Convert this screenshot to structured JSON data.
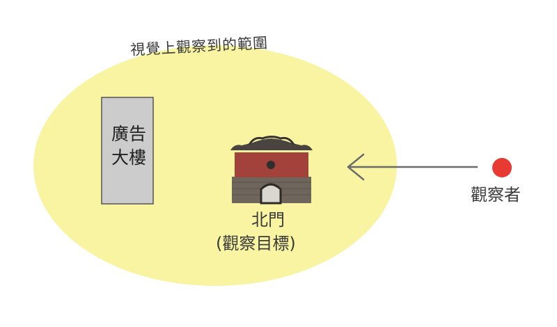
{
  "range": {
    "label": "視覺上觀察到的範圍",
    "fill_color": "#f8f4a2"
  },
  "billboard": {
    "label": "廣告大樓",
    "fill_color": "#cccccc",
    "stroke_color": "#555555"
  },
  "gate": {
    "name": "北門",
    "description": "(觀察目標)",
    "wall_color": "#a3423a",
    "stone_color": "#6e655c"
  },
  "observer": {
    "label": "觀察者",
    "dot_color": "#e63a32"
  },
  "arrow": {
    "color": "#6a6a6a"
  }
}
